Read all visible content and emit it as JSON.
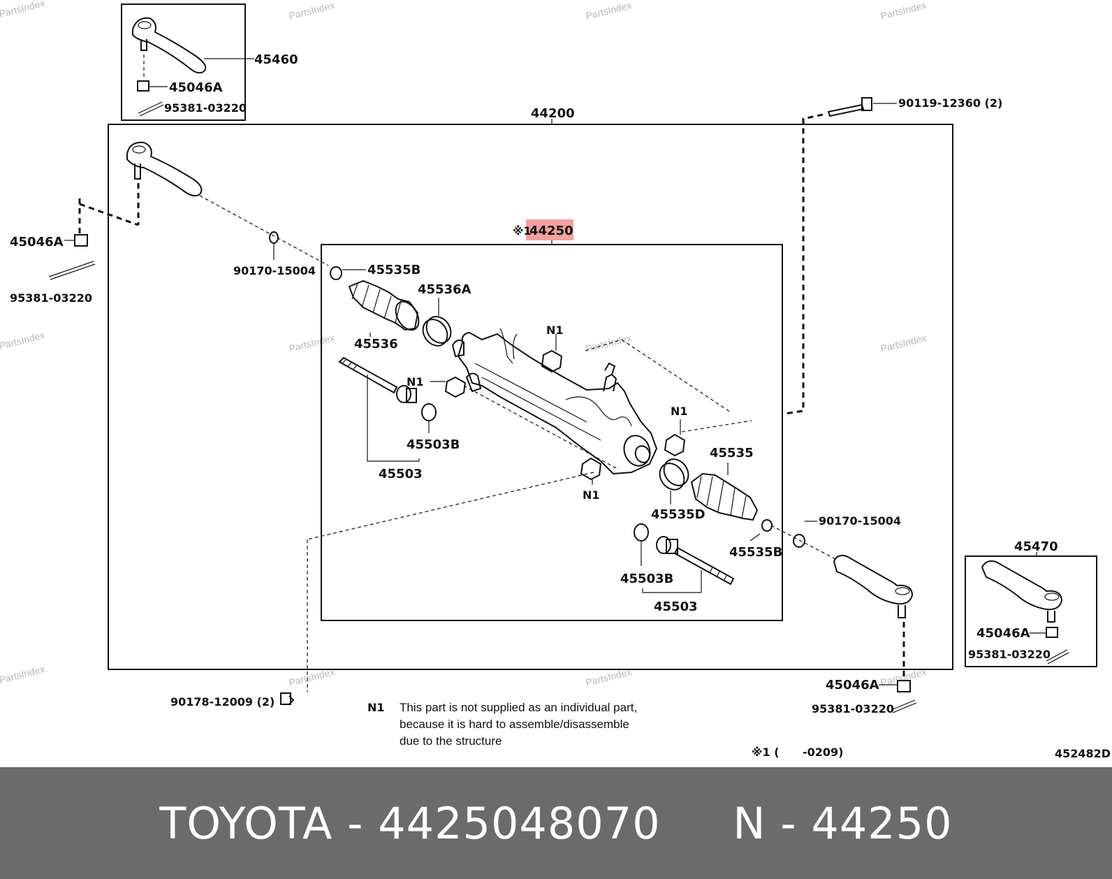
{
  "labels": {
    "assembly_main": "44200",
    "rack_assembly": "44250",
    "rack_prefix": "※1",
    "tie_rod_end_left_kit": "45460",
    "tie_rod_end_right_kit": "45470",
    "nut_a": "45046A",
    "pin": "95381-03220",
    "bolt_top": "90119-12360 (2)",
    "washer": "90170-15004",
    "clip_b": "45535B",
    "clamp_a": "45536A",
    "boot_left": "45536",
    "boot_right": "45535",
    "clamp_d": "45535D",
    "ring_b": "45503B",
    "tie_rod": "45503",
    "n1": "N1",
    "bolt_bottom": "90178-12009 (2)"
  },
  "note": {
    "key": "N1",
    "line1": "This part is not supplied as an individual part,",
    "line2": "because it is hard to assemble/disassemble",
    "line3": "due to the structure"
  },
  "footnote": "※1 (      -0209)",
  "diagram_code": "452482D",
  "watermark": "PartsIndex",
  "highlight_color": "#f08080",
  "footer": {
    "brand": "TOYOTA",
    "part_number": "4425048070",
    "ref": "N - 44250"
  }
}
